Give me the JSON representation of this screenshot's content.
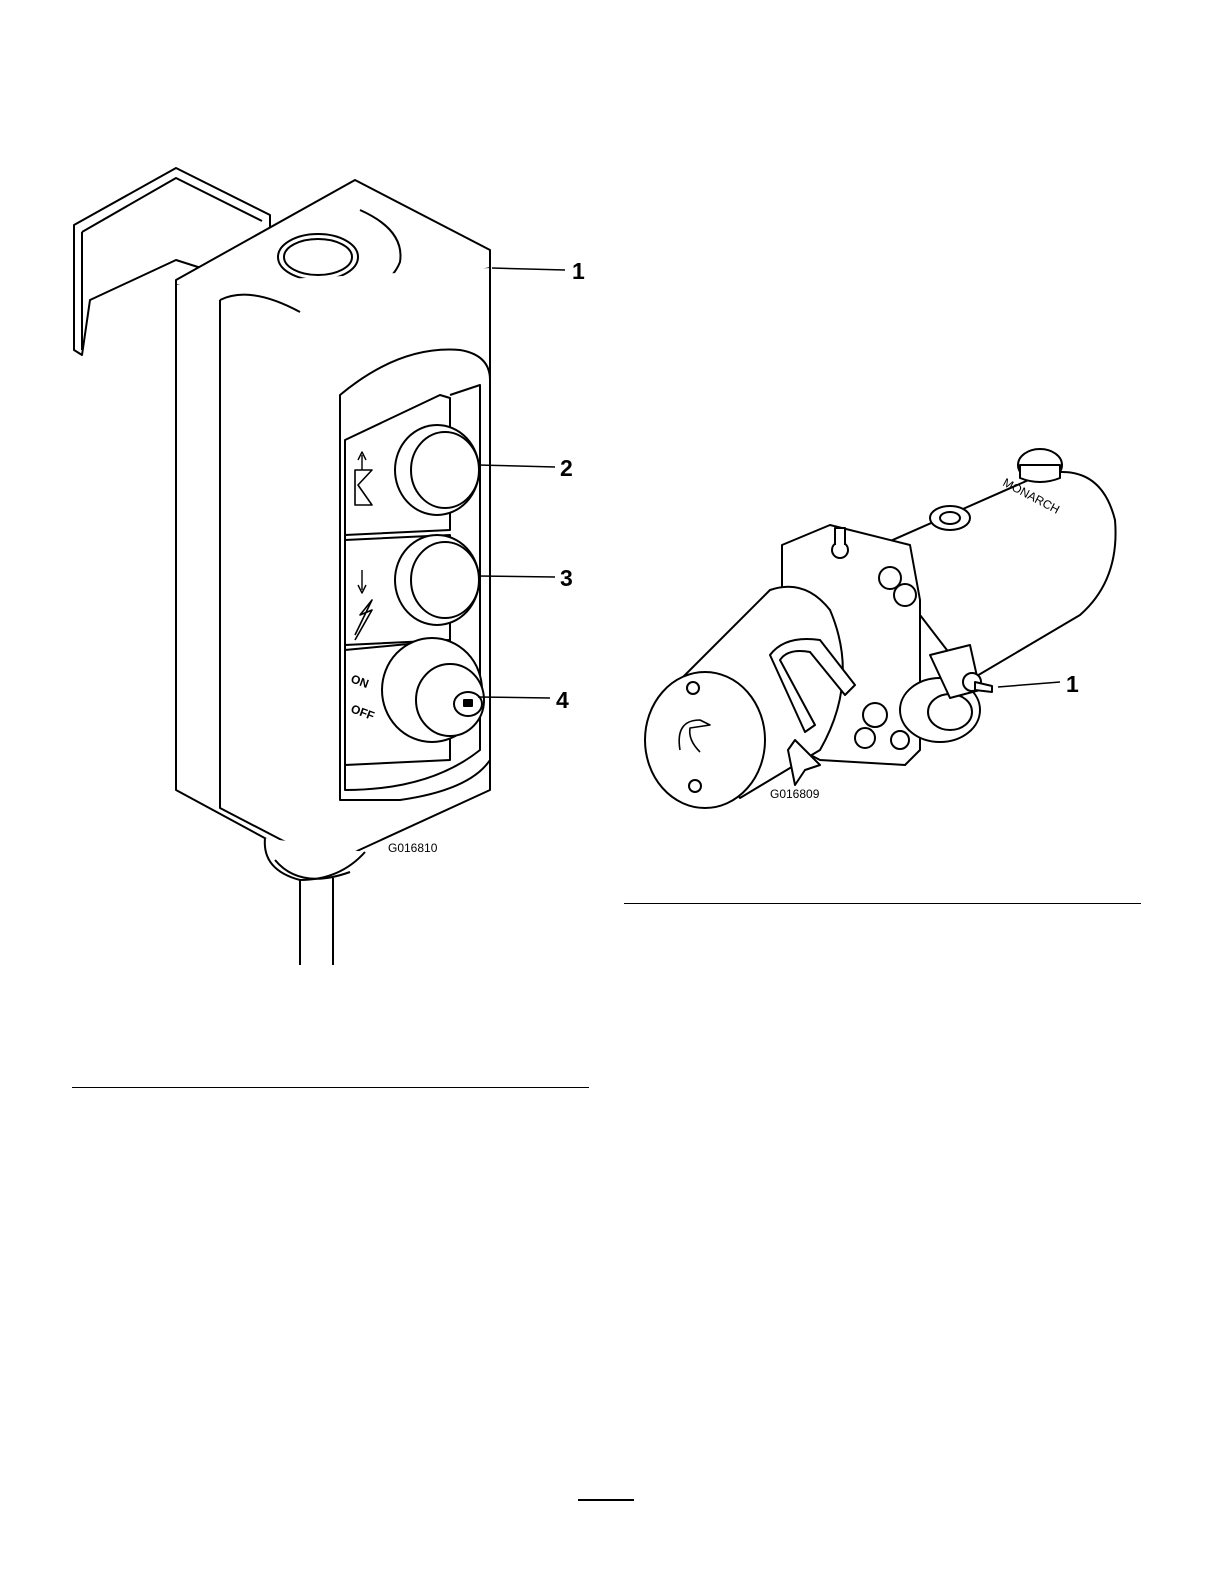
{
  "figure_left": {
    "figure_id": "G016810",
    "callouts": [
      "1",
      "2",
      "3",
      "4"
    ],
    "key_switch": {
      "on_label": "ON",
      "off_label": "OFF"
    }
  },
  "figure_right": {
    "figure_id": "G016809",
    "callouts": [
      "1"
    ],
    "brand_text": "MONARCH"
  }
}
